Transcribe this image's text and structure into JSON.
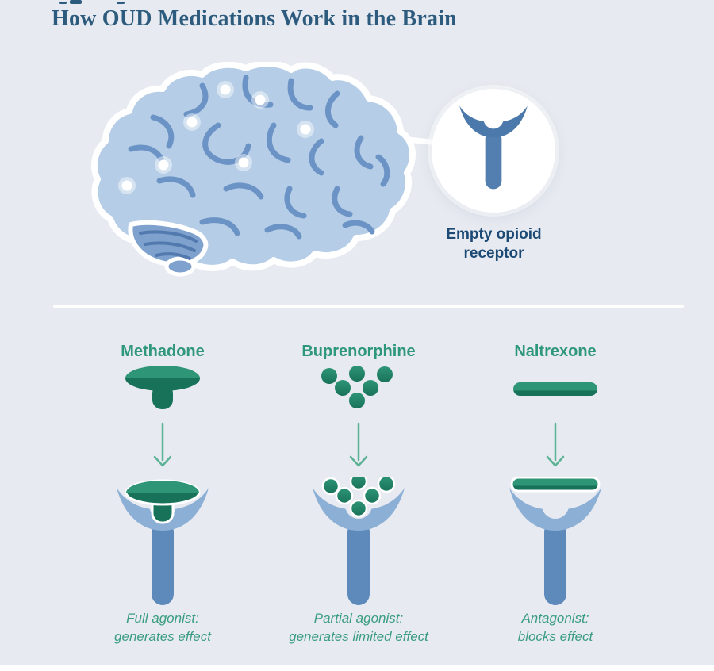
{
  "header": {
    "title": "How OUD Medications Work in the Brain"
  },
  "brain": {
    "callout_label_line1": "Empty opioid",
    "callout_label_line2": "receptor",
    "receptor_site_count": 7
  },
  "medications": [
    {
      "name": "Methadone",
      "form": "full-agonist-plug",
      "caption_line1": "Full agonist:",
      "caption_line2": "generates effect"
    },
    {
      "name": "Buprenorphine",
      "form": "partial-agonist-dots",
      "caption_line1": "Partial agonist:",
      "caption_line2": "generates limited effect"
    },
    {
      "name": "Naltrexone",
      "form": "antagonist-bar",
      "caption_line1": "Antagonist:",
      "caption_line2": "blocks effect"
    }
  ],
  "colors": {
    "background": "#e7eaf0",
    "title_text": "#2d5b7e",
    "callout_label_text": "#1d4a75",
    "medication_name_text": "#2f977b",
    "caption_text": "#3a9d81",
    "green_light": "#2e9577",
    "green_dark": "#187259",
    "arrow_green": "#5cb295",
    "brain_fill": "#b5cde6",
    "brain_sulci": "#6b93c5",
    "cerebellum_fill": "#7fa1cd",
    "receptor_blue_dark": "#4b79ab",
    "receptor_cup_light": "#8cafd6",
    "receptor_stem_light": "#5d89bb",
    "divider": "#ffffff"
  }
}
